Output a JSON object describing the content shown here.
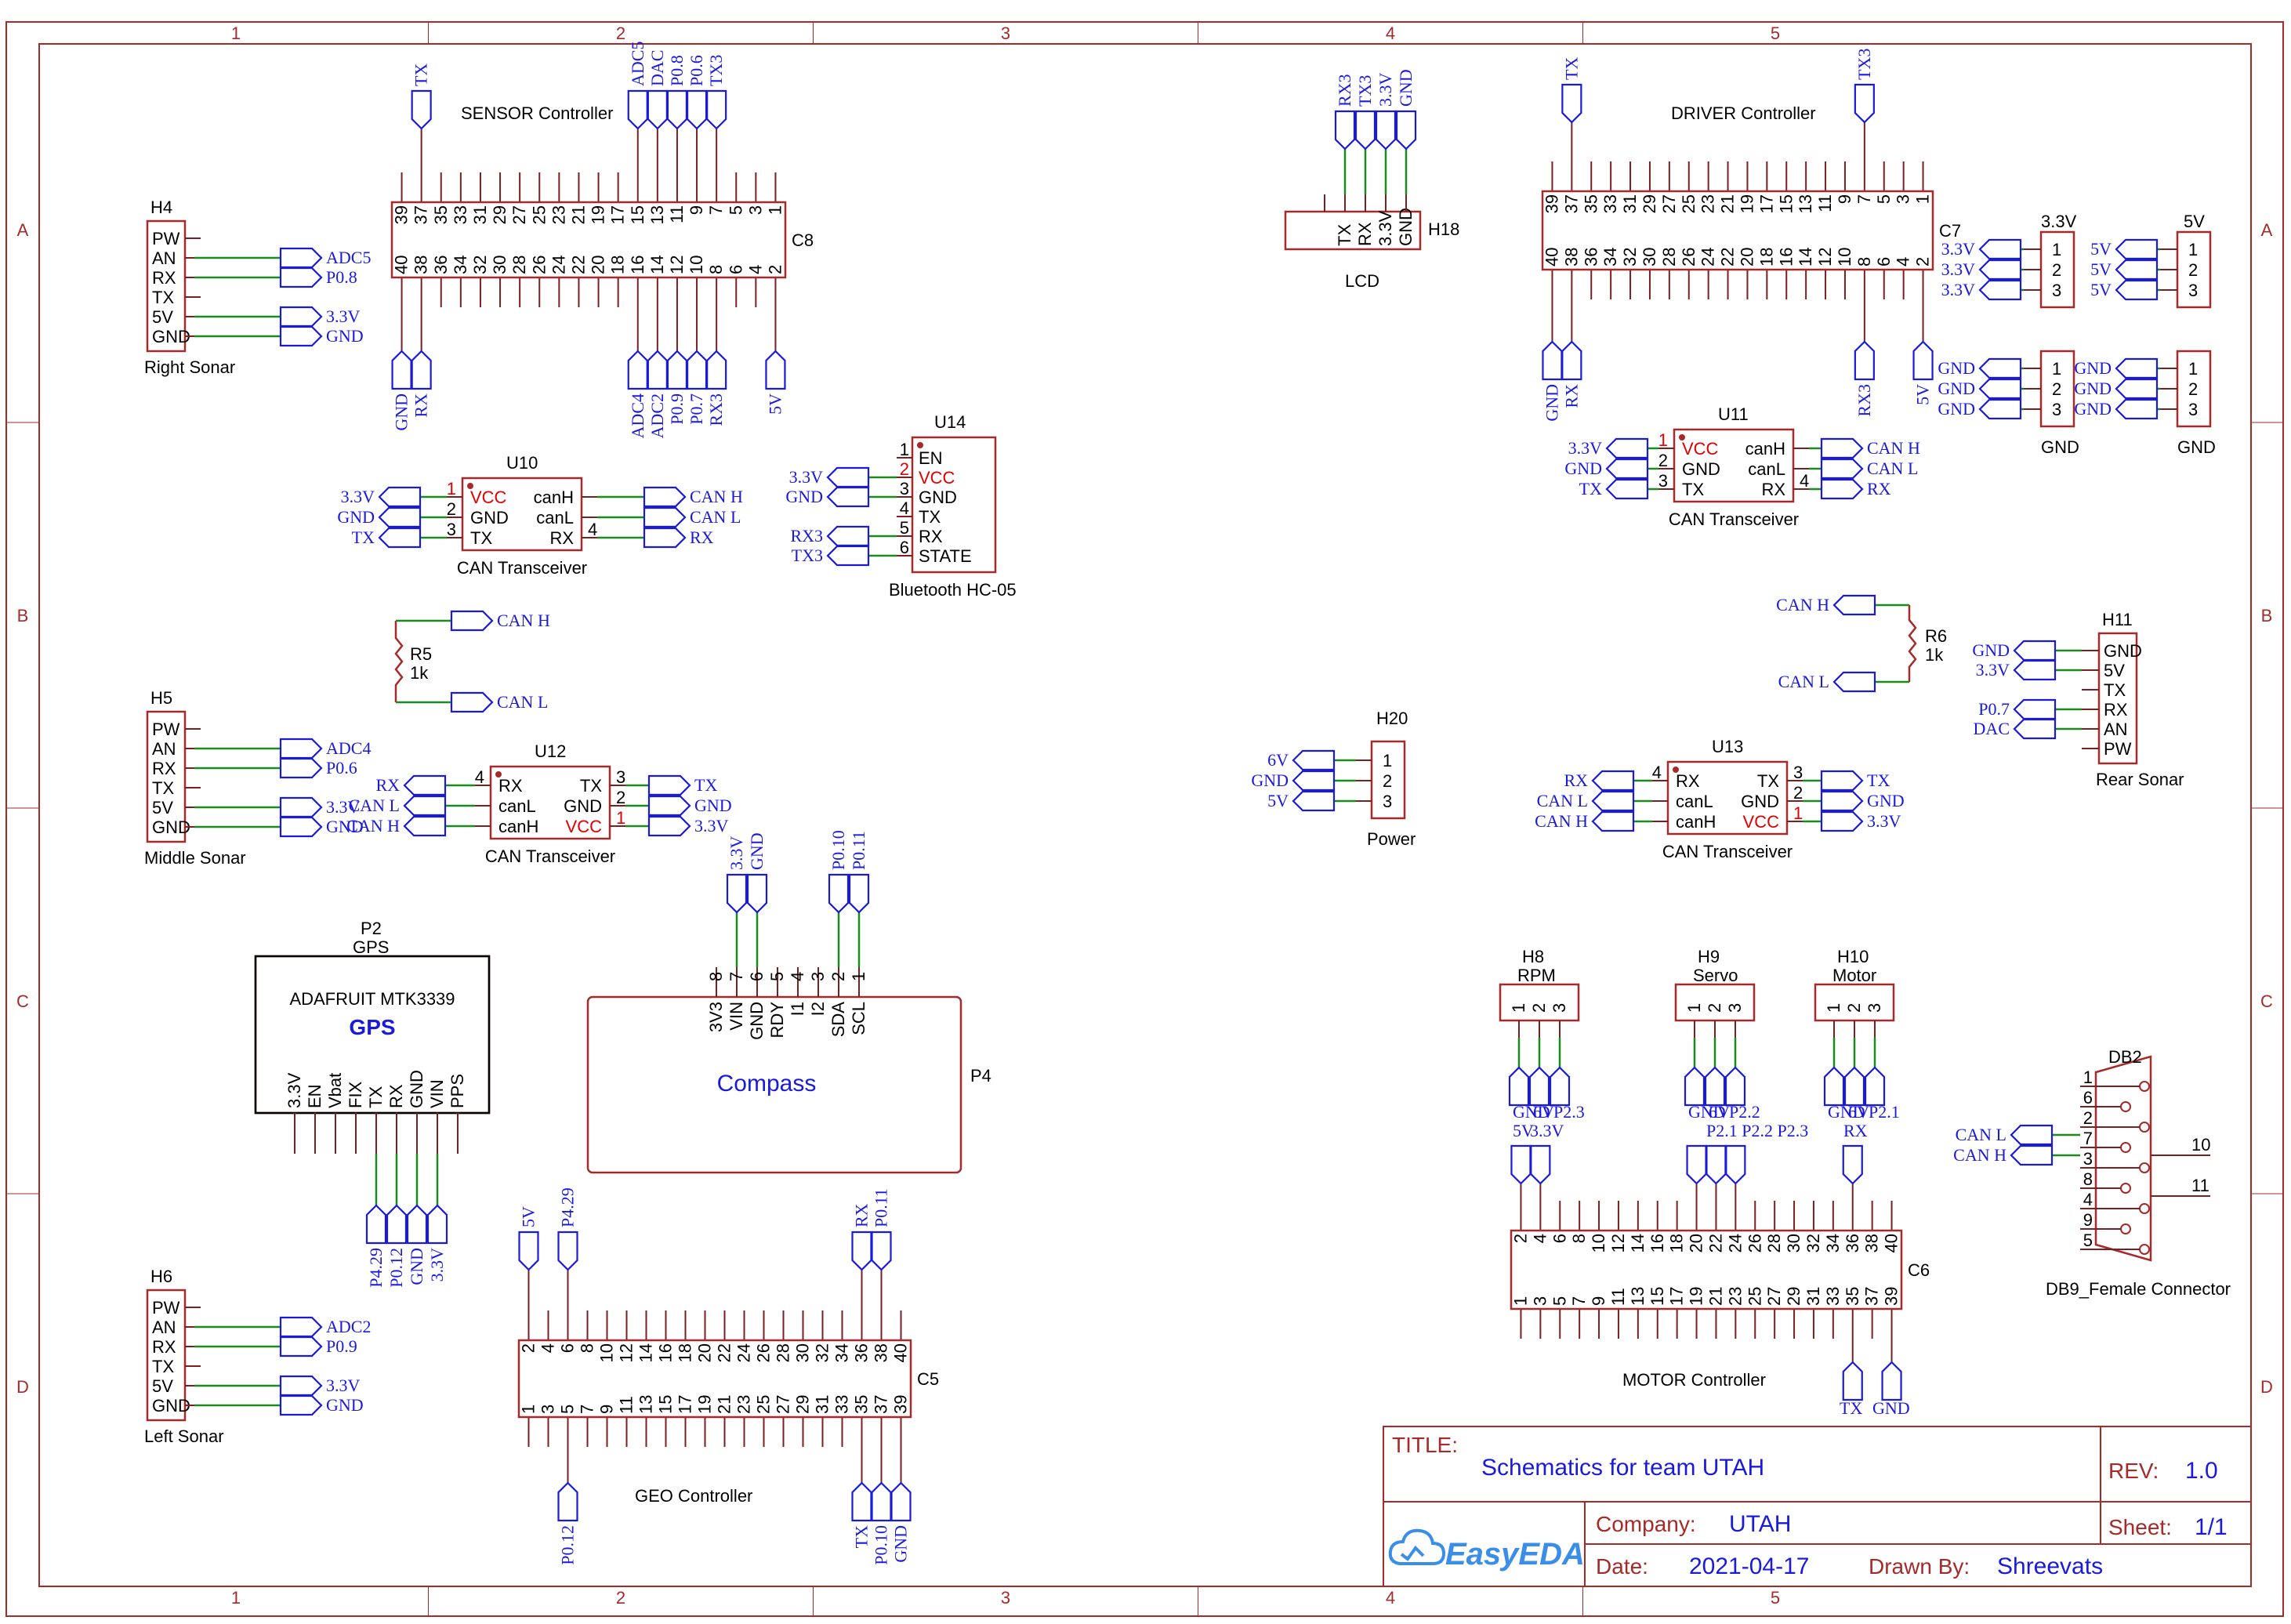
{
  "border": {
    "cols": [
      "1",
      "2",
      "3",
      "4",
      "5"
    ],
    "rows": [
      "A",
      "B",
      "C",
      "D"
    ]
  },
  "title_block": {
    "title_label": "TITLE:",
    "title_value": "Schematics for team UTAH",
    "rev_label": "REV:",
    "rev_value": "1.0",
    "company_label": "Company:",
    "company_value": "UTAH",
    "sheet_label": "Sheet:",
    "sheet_value": "1/1",
    "date_label": "Date:",
    "date_value": "2021-04-17",
    "drawn_label": "Drawn By:",
    "drawn_value": "Shreevats",
    "logo_text": "EasyEDA"
  },
  "headers": {
    "odd_pins_top": [
      "39",
      "37",
      "35",
      "33",
      "31",
      "29",
      "27",
      "25",
      "23",
      "21",
      "19",
      "17",
      "15",
      "13",
      "11",
      "9",
      "7",
      "5",
      "3",
      "1"
    ],
    "even_pins_bottom": [
      "40",
      "38",
      "36",
      "34",
      "32",
      "30",
      "28",
      "26",
      "24",
      "22",
      "20",
      "18",
      "16",
      "14",
      "12",
      "10",
      "8",
      "6",
      "4",
      "2"
    ],
    "even_pins": [
      "2",
      "4",
      "6",
      "8",
      "10",
      "12",
      "14",
      "16",
      "18",
      "20",
      "22",
      "24",
      "26",
      "28",
      "30",
      "32",
      "34",
      "36",
      "38",
      "40"
    ],
    "odd_pins": [
      "1",
      "3",
      "5",
      "7",
      "9",
      "11",
      "13",
      "15",
      "17",
      "19",
      "21",
      "23",
      "25",
      "27",
      "29",
      "31",
      "33",
      "35",
      "37",
      "39"
    ]
  },
  "sensor": {
    "title": "SENSOR Controller",
    "ref": "C8",
    "top_nets": [
      "TX",
      "ADC5",
      "DAC",
      "P0.8",
      "P0.6",
      "TX3"
    ],
    "bottom_nets": [
      "GND",
      "RX",
      "ADC4",
      "ADC2",
      "P0.9",
      "P0.7",
      "RX3",
      "5V"
    ]
  },
  "driver": {
    "title": "DRIVER Controller",
    "ref": "C7",
    "top_nets": [
      "TX",
      "TX3"
    ],
    "bottom_nets": [
      "GND",
      "RX",
      "RX3",
      "5V"
    ]
  },
  "geo": {
    "title": "GEO Controller",
    "ref": "C5",
    "top_nets": [
      "5V",
      "P4.29",
      "RX",
      "P0.11"
    ],
    "bottom_nets": [
      "P0.12",
      "TX",
      "P0.10",
      "GND"
    ]
  },
  "motor": {
    "title": "MOTOR Controller",
    "ref": "C6",
    "top_nets": [
      "5V",
      "3.3V",
      "P2.1",
      "P2.2",
      "P2.3",
      "RX"
    ],
    "bottom_nets": [
      "TX",
      "GND"
    ]
  },
  "sonars": {
    "right": {
      "ref": "H4",
      "name": "Right Sonar"
    },
    "middle": {
      "ref": "H5",
      "name": "Middle Sonar"
    },
    "left": {
      "ref": "H6",
      "name": "Left Sonar"
    },
    "rear": {
      "ref": "H11",
      "name": "Rear Sonar"
    },
    "pins": [
      "PW",
      "AN",
      "RX",
      "TX",
      "5V",
      "GND"
    ],
    "rear_pins": [
      "GND",
      "5V",
      "TX",
      "RX",
      "AN",
      "PW"
    ],
    "right_nets": [
      "ADC5",
      "P0.8",
      "3.3V",
      "GND"
    ],
    "middle_nets": [
      "ADC4",
      "P0.6",
      "3.3V",
      "GND"
    ],
    "left_nets": [
      "ADC2",
      "P0.9",
      "3.3V",
      "GND"
    ],
    "rear_nets": [
      "GND",
      "3.3V",
      "P0.7",
      "DAC"
    ]
  },
  "can": {
    "name": "CAN Transceiver",
    "u10": {
      "ref": "U10",
      "pins_left": [
        "VCC",
        "GND",
        "TX"
      ],
      "pins_right": [
        "canH",
        "canL",
        "RX"
      ],
      "nets_left": [
        "3.3V",
        "GND",
        "TX"
      ],
      "nets_right": [
        "CAN H",
        "CAN L",
        "RX"
      ]
    },
    "u11": {
      "ref": "U11",
      "pins_left": [
        "VCC",
        "GND",
        "TX"
      ],
      "pins_right": [
        "canH",
        "canL",
        "RX"
      ],
      "nets_left": [
        "3.3V",
        "GND",
        "TX"
      ],
      "nets_right": [
        "CAN H",
        "CAN L",
        "RX"
      ]
    },
    "u12": {
      "ref": "U12",
      "pins_left": [
        "RX",
        "canL",
        "canH"
      ],
      "pins_right": [
        "TX",
        "GND",
        "VCC"
      ],
      "nets_left": [
        "RX",
        "CAN L",
        "CAN H"
      ],
      "nets_right": [
        "TX",
        "GND",
        "3.3V"
      ]
    },
    "u13": {
      "ref": "U13",
      "pins_left": [
        "RX",
        "canL",
        "canH"
      ],
      "pins_right": [
        "TX",
        "GND",
        "VCC"
      ],
      "nets_left": [
        "RX",
        "CAN L",
        "CAN H"
      ],
      "nets_right": [
        "TX",
        "GND",
        "3.3V"
      ]
    },
    "pin_nums": [
      "1",
      "2",
      "3",
      "4"
    ]
  },
  "resistors": {
    "r5": {
      "ref": "R5",
      "value": "1k",
      "nets": [
        "CAN H",
        "CAN L"
      ]
    },
    "r6": {
      "ref": "R6",
      "value": "1k",
      "nets": [
        "CAN H",
        "CAN L"
      ]
    }
  },
  "bluetooth": {
    "ref": "U14",
    "name": "Bluetooth HC-05",
    "pins": [
      "EN",
      "VCC",
      "GND",
      "TX",
      "RX",
      "STATE"
    ],
    "nums": [
      "1",
      "2",
      "3",
      "4",
      "5",
      "6"
    ],
    "nets": [
      "3.3V",
      "GND",
      "RX3",
      "TX3"
    ]
  },
  "lcd": {
    "ref": "H18",
    "name": "LCD",
    "pins": [
      "TX",
      "RX",
      "3.3V",
      "GND"
    ],
    "nets": [
      "RX3",
      "TX3",
      "3.3V",
      "GND"
    ]
  },
  "power": {
    "ref": "H20",
    "name": "Power",
    "pins": [
      "1",
      "2",
      "3"
    ],
    "nets": [
      "6V",
      "GND",
      "5V"
    ]
  },
  "rails": {
    "v33": {
      "title": "3.3V",
      "nets": [
        "3.3V",
        "3.3V",
        "3.3V"
      ]
    },
    "v5": {
      "title": "5V",
      "nets": [
        "5V",
        "5V",
        "5V"
      ]
    },
    "gnd1": {
      "title": "GND",
      "nets": [
        "GND",
        "GND",
        "GND"
      ]
    },
    "gnd2": {
      "title": "GND",
      "nets": [
        "GND",
        "GND",
        "GND"
      ]
    },
    "pins": [
      "1",
      "2",
      "3"
    ]
  },
  "gps": {
    "ref": "P2",
    "name": "GPS",
    "model": "ADAFRUIT MTK3339",
    "label": "GPS",
    "pins": [
      "3.3V",
      "EN",
      "Vbat",
      "FIX",
      "TX",
      "RX",
      "GND",
      "VIN",
      "PPS"
    ],
    "nets": [
      "P4.29",
      "P0.12",
      "GND",
      "3.3V"
    ]
  },
  "compass": {
    "ref": "P4",
    "name": "Compass",
    "pins": [
      "3V3",
      "VIN",
      "GND",
      "RDY",
      "I1",
      "I2",
      "SDA",
      "SCL"
    ],
    "nums": [
      "8",
      "7",
      "6",
      "5",
      "4",
      "3",
      "2",
      "1"
    ],
    "nets": [
      "3.3V",
      "GND",
      "P0.10",
      "P0.11"
    ]
  },
  "motor_headers": {
    "rpm": {
      "ref": "H8",
      "name": "RPM",
      "nets": [
        "GND",
        "6V",
        "P2.3"
      ]
    },
    "servo": {
      "ref": "H9",
      "name": "Servo",
      "nets": [
        "GND",
        "6V",
        "P2.2"
      ]
    },
    "motor": {
      "ref": "H10",
      "name": "Motor",
      "nets": [
        "GND",
        "6V",
        "P2.1"
      ]
    },
    "pins": [
      "1",
      "2",
      "3"
    ]
  },
  "db9": {
    "ref": "DB2",
    "name": "DB9_Female Connector",
    "pins": [
      "1",
      "6",
      "2",
      "7",
      "3",
      "8",
      "4",
      "9",
      "5"
    ],
    "shell": [
      "10",
      "11"
    ],
    "nets": [
      "CAN L",
      "CAN H"
    ]
  }
}
